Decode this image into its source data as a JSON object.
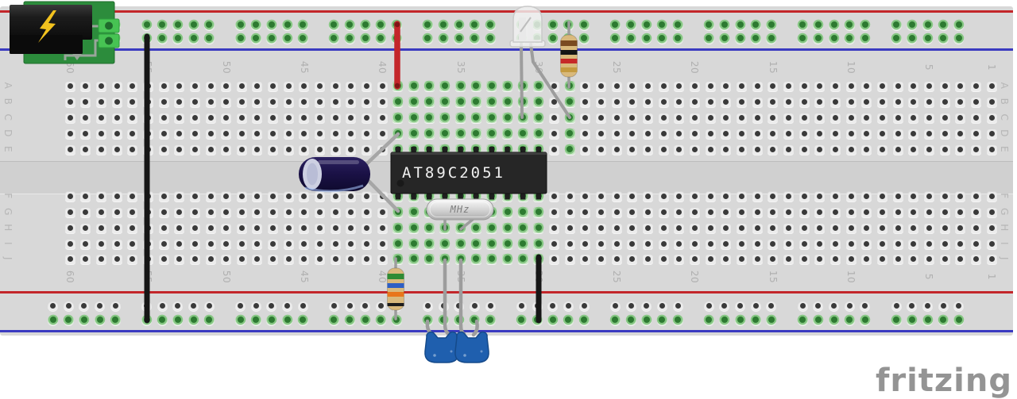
{
  "logo": {
    "text": "fritzing",
    "color": "#949494"
  },
  "breadboard": {
    "row_labels_top": [
      "A",
      "B",
      "C",
      "D",
      "E"
    ],
    "row_labels_bottom": [
      "F",
      "G",
      "H",
      "I",
      "J"
    ],
    "column_numbers": [
      1,
      5,
      10,
      15,
      20,
      25,
      30,
      35,
      40,
      45,
      50,
      55,
      60
    ],
    "connected_columns_top": [
      28,
      30,
      31,
      32,
      33,
      34,
      35,
      36,
      37,
      38,
      39
    ],
    "connected_columns_bottom": [
      30,
      31,
      32,
      33,
      34,
      35,
      36,
      37,
      38,
      39
    ],
    "power_rails": {
      "top_row1_connected": true,
      "top_row2_connected": true,
      "bottom_row1_connected": false,
      "bottom_row2_connected": true
    },
    "colors": {
      "board": "#d8d8d8",
      "rail_red_line": "#c3262a",
      "rail_blue_line": "#3a3ac0",
      "hole_dark": "#3a3a3a",
      "hole_green": "#2d7a31",
      "label": "#b0b0b0"
    }
  },
  "components": {
    "power_module": {
      "pcb_color": "#2c8c3c",
      "terminal_color": "#47c353",
      "bolt_color": "#f2c21e",
      "clip_bottom_color": "#0b0b0b"
    },
    "ic": {
      "label": "AT89C2051",
      "body_color": "#262626",
      "text_color": "#f0f0f0"
    },
    "crystal": {
      "label": "MHz",
      "text_color": "#7d7d7d"
    },
    "electrolytic_capacitor": {
      "end_color": "#cdd0e2"
    },
    "led": {
      "body_color": "rgba(242,242,242,0.82)",
      "outline_color": "#c9c9c9"
    },
    "resistor_top": {
      "body_color": "#d9b97c",
      "bands": [
        "#7a4a21",
        "#151515",
        "#c62828",
        "#c49a3f"
      ]
    },
    "resistor_bottom": {
      "body_color": "#d9b97c",
      "bands": [
        "#2f8b34",
        "#2e5fc4",
        "#e8761a",
        "#1c1c1c"
      ]
    },
    "ceramic_capacitor": {
      "body_color": "#1f5fae",
      "outline_color": "#154a8a"
    },
    "wires": {
      "red": "#c3262a",
      "black": "#161616",
      "lead": "#9d9d9d",
      "lead_light": "#a6a6a6"
    }
  }
}
